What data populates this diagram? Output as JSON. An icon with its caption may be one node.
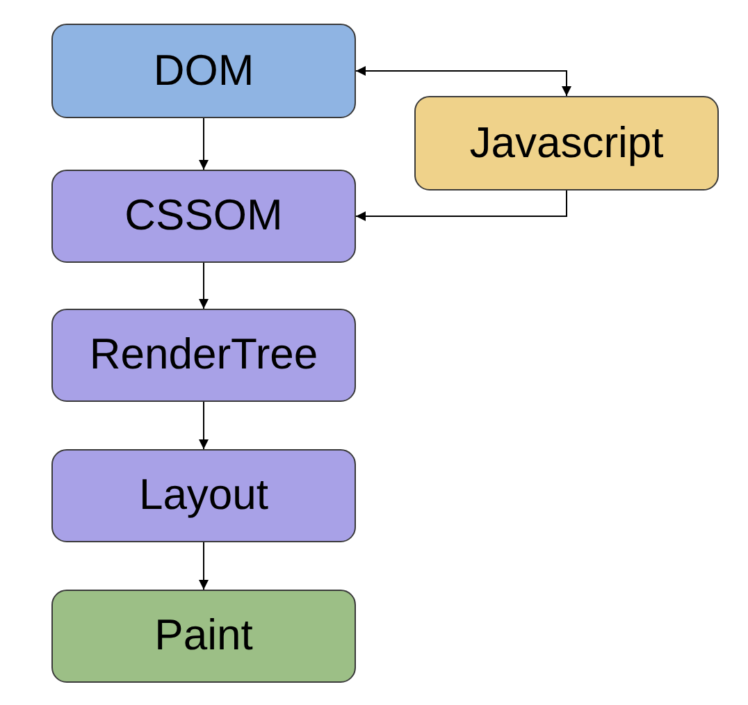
{
  "diagram": {
    "nodes": [
      {
        "text": [
          "DOM"
        ]
      },
      {
        "text": [
          "Javascript"
        ]
      },
      {
        "text": [
          "CSSOM"
        ]
      },
      {
        "text": [
          "RenderTree"
        ]
      },
      {
        "text": [
          "Layout"
        ]
      },
      {
        "text": [
          "Paint"
        ]
      }
    ],
    "edges": [
      {
        "from": 0,
        "to": 2,
        "arrow": "to"
      },
      {
        "from": 2,
        "to": 3,
        "arrow": "to"
      },
      {
        "from": 3,
        "to": 4,
        "arrow": "to"
      },
      {
        "from": 4,
        "to": 5,
        "arrow": "to"
      },
      {
        "from": 0,
        "to": 1,
        "arrow": "both"
      },
      {
        "from": 1,
        "to": 2,
        "arrow": "to"
      }
    ]
  }
}
